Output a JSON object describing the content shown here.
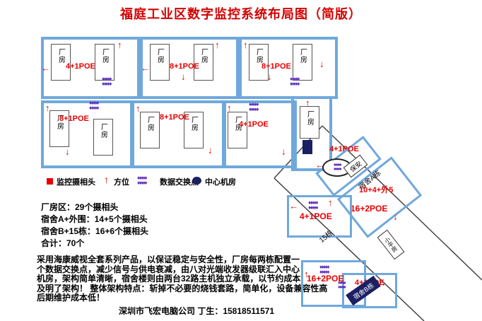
{
  "title": "福庭工业区数字监控系统布局图（简版）",
  "factory_blocks": [
    {
      "poe": "4+1POE"
    },
    {
      "poe": "8+1POE"
    },
    {
      "poe": "8+1POE"
    },
    {
      "poe": "8+1POE"
    },
    {
      "poe": "8+1POE"
    },
    {
      "poe": "4+1POE"
    }
  ],
  "labels": {
    "factory_room": "厂房"
  },
  "site": {
    "security_poe": "4+1POE",
    "security": "保安",
    "dorm_a": "宿舍A栋",
    "dorm_a_count": "10+4+外5",
    "dorm_a_poe": "16+2POE",
    "building15": "15栋",
    "building15_poe": "4+1POE",
    "hut": "小平房",
    "dorm_b_poe": "16+2POE",
    "dorm_b_poe2": "4+1POE",
    "dorm_b": "宿舍B栋"
  },
  "legend": {
    "camera": "监控摄相头",
    "direction": "方位",
    "switch": "数据交换点",
    "center": "中心机房"
  },
  "stats": [
    "厂房区：29个摄相头",
    "宿舍A+外围：14+5个摄相头",
    "宿舍B+15栋：16+6个摄相头",
    "合计：70个"
  ],
  "description": "采用海康威视全套系列产品，以保证稳定与安全性，厂房每两栋配置一\n个数据交换点，减少信号与供电衰减，由八对光端收发器级联汇入中心\n机房，架构简单清晰，宿舍楼则由两台32路主机独立承载，以节约成本\n及明了架构！ 整体架构特点：斩掉不必要的烧钱套路，简单化，设备兼容性高\n后期维护成本低！",
  "footer": "深圳市飞宏电脑公司 丁生：15818511571",
  "icons": {
    "arrow": "↑",
    "camera": "■",
    "diamond_row": "♦♦♦♦♦",
    "center_dot": "●"
  }
}
